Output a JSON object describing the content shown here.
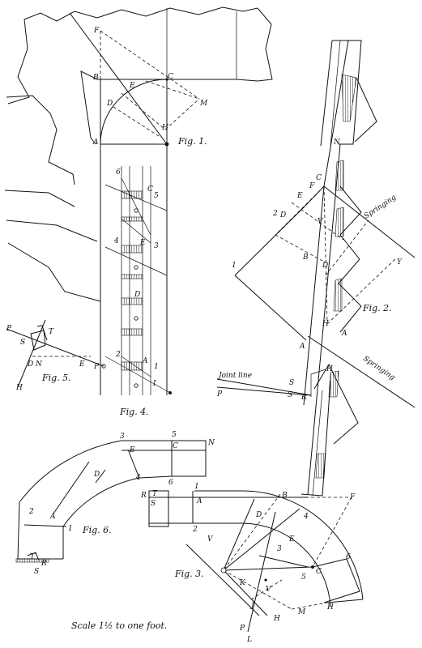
{
  "figures": {
    "fig1": "Fig. 1.",
    "fig2": "Fig. 2.",
    "fig3": "Fig. 3.",
    "fig4": "Fig. 4.",
    "fig5": "Fig. 5.",
    "fig6": "Fig. 6."
  },
  "labels": {
    "joint_line": "Joint line",
    "springing": "Springing"
  },
  "caption": "Scale 1½ to one foot.",
  "points": {
    "A": "A",
    "B": "B",
    "C": "C",
    "D": "D",
    "E": "E",
    "F": "F",
    "H": "H",
    "M": "M",
    "N": "N",
    "P": "P",
    "R": "R",
    "S": "S",
    "T": "T",
    "V": "V",
    "K": "K",
    "J": "J",
    "L": "L",
    "I": "I",
    "Y": "Y",
    "n1": "1",
    "n2": "2",
    "n3": "3",
    "n4": "4",
    "n5": "5",
    "n6": "6"
  }
}
